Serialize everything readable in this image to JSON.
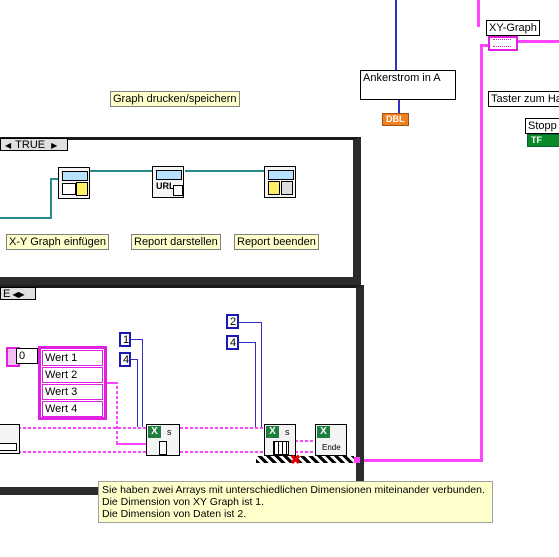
{
  "labels": {
    "graph_print": "Graph drucken/speichern",
    "ankerstrom": "Ankerstrom in A",
    "xy_graph": "XY-Graph",
    "taster": "Taster zum Ha",
    "stopp": "Stopp",
    "xy_einfuegen": "X-Y Graph einfügen",
    "report_darstellen": "Report darstellen",
    "report_beenden": "Report beenden"
  },
  "case_structure": {
    "selector_true": "TRUE",
    "selector_lower": "E"
  },
  "terminals": {
    "dbl": "DBL",
    "tf": "TF",
    "xy_graph_icon": "graph-terminal-icon"
  },
  "constants": {
    "index_zero": "0",
    "one": "1",
    "four_a": "4",
    "two": "2",
    "four_b": "4"
  },
  "string_array": [
    "Wert 1",
    "Wert 2",
    "Wert 3",
    "Wert 4"
  ],
  "nodes": {
    "ende_label": "Ende"
  },
  "error_message": {
    "line1": "Sie haben zwei Arrays mit unterschiedlichen Dimensionen miteinander verbunden.",
    "line2": "Die Dimension von XY Graph ist 1.",
    "line3": "Die Dimension von Daten ist 2."
  },
  "colors": {
    "string_wire": "#ff44ff",
    "numeric_wire": "#3030c0",
    "refnum_wire": "#2a8a8a",
    "free_label_bg": "#ffffcc"
  }
}
